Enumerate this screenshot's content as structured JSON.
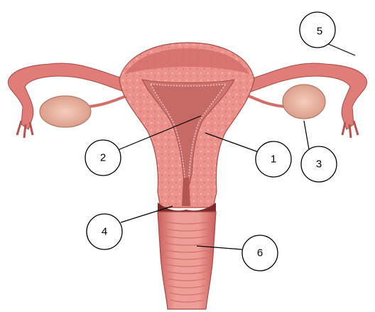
{
  "figure": {
    "subject": "uterus-and-ovaries-cross-section",
    "colors": {
      "tissue_base": "#e98a86",
      "tissue_light": "#f3aaa5",
      "tissue_dark": "#c8605c",
      "cavity": "#d2716f",
      "outline": "#a84a46",
      "ovary": "#e7b3a0",
      "callout_stroke": "#000000",
      "background": "#ffffff"
    },
    "callouts": [
      {
        "id": "1",
        "label": "1"
      },
      {
        "id": "2",
        "label": "2"
      },
      {
        "id": "3",
        "label": "3"
      },
      {
        "id": "4",
        "label": "4"
      },
      {
        "id": "5",
        "label": "5"
      },
      {
        "id": "6",
        "label": "6"
      }
    ]
  }
}
